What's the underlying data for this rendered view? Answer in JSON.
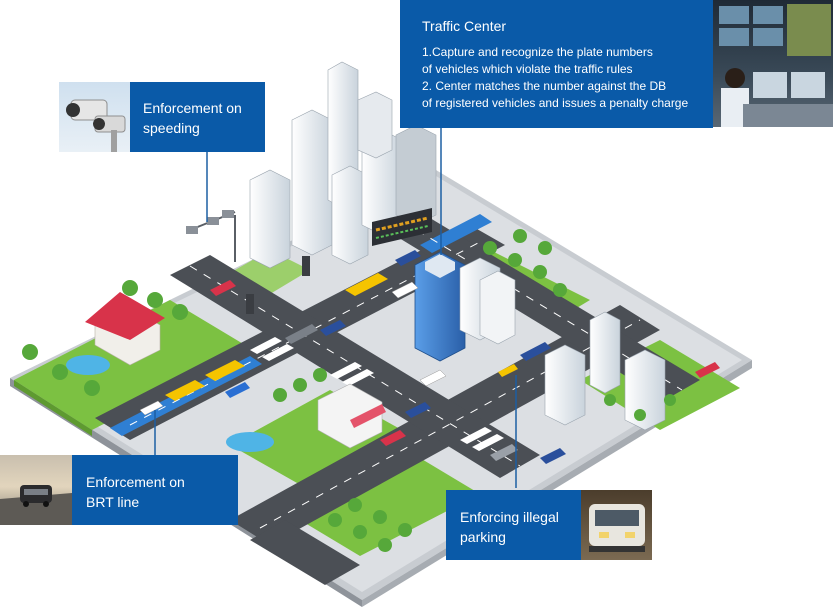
{
  "callouts": {
    "speeding": {
      "line1": "Enforcement on",
      "line2": "speeding"
    },
    "traffic_center": {
      "title": "Traffic Center",
      "lines": [
        "1.Capture and recognize the plate numbers",
        "of vehicles which violate the traffic rules",
        "2. Center matches the number against the DB",
        "of registered vehicles and issues a penalty charge"
      ]
    },
    "brt": {
      "line1": "Enforcement on",
      "line2": "BRT line"
    },
    "parking": {
      "line1": "Enforcing illegal",
      "line2": "parking"
    }
  },
  "colors": {
    "callout_bg": "#0a5aa8",
    "connector": "#1c5fa3",
    "road": "#4b4f55",
    "grass": "#7cc142",
    "ground": "#d9dde2",
    "bus_lane": "#2f7fd3"
  },
  "icons": {
    "speeding": "cctv-camera-photo",
    "traffic_center": "control-room-operator-photo",
    "brt": "car-on-road-photo",
    "parking": "minibus-photo"
  }
}
